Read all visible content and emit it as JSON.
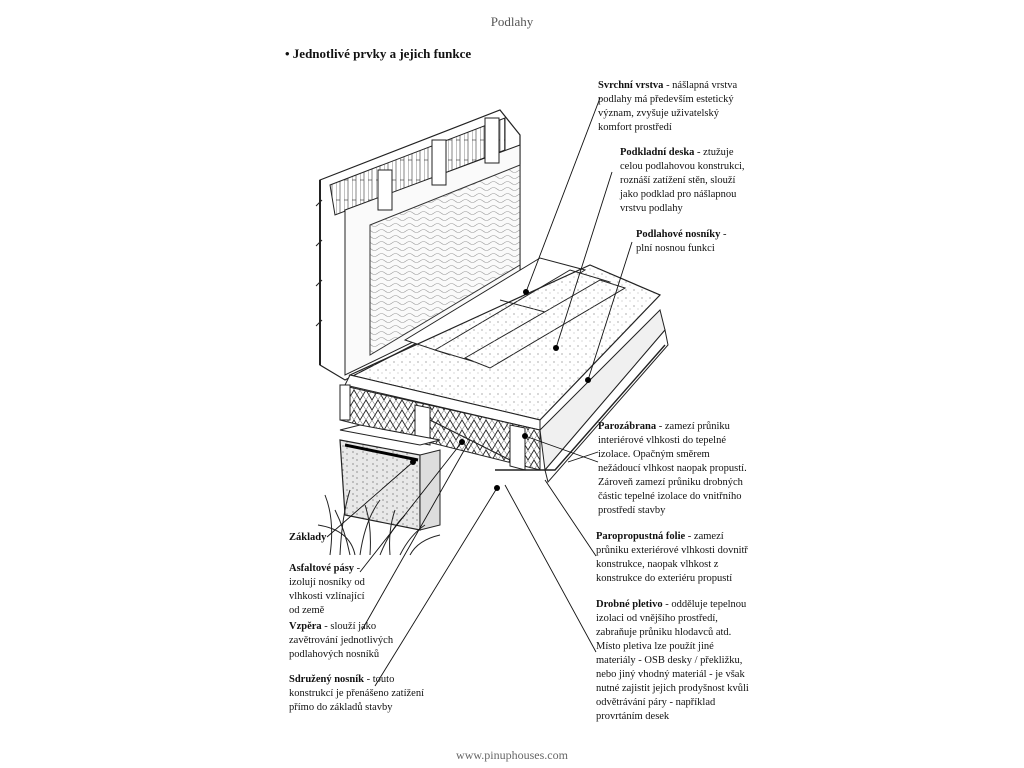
{
  "header": {
    "title": "Podlahy"
  },
  "section": {
    "title": "• Jednotlivé prvky a jejich funkce"
  },
  "notes": {
    "svrchni": {
      "term": "Svrchní vrstva",
      "lines": [
        " - nášlapná vrstva",
        "podlahy má především estetický",
        "význam, zvyšuje uživatelský",
        "komfort prostředí"
      ]
    },
    "podkladni": {
      "term": "Podkladní deska",
      "lines": [
        " - ztužuje",
        "celou podlahovou konstrukci,",
        "roznáší zatížení stěn, slouží",
        "jako podklad pro nášlapnou",
        "vrstvu podlahy"
      ]
    },
    "nosniky": {
      "term": "Podlahové nosníky",
      "lines": [
        " -",
        "plní nosnou funkci"
      ]
    },
    "parozabrana": {
      "term": "Parozábrana",
      "lines": [
        " - zamezí průniku",
        "interiérové vlhkosti do tepelné",
        "izolace. Opačným směrem",
        "nežádoucí vlhkost naopak propustí.",
        "Zároveň zamezí průniku drobných",
        "částic tepelné izolace do vnitřního",
        "prostředí stavby"
      ]
    },
    "paropropustna": {
      "term": "Paropropustná folie",
      "lines": [
        " - zamezí",
        "průniku exteriérové vlhkosti dovnitř",
        "konstrukce, naopak vlhkost z",
        "konstrukce do exteriéru propustí"
      ]
    },
    "pletivo": {
      "term": "Drobné pletivo",
      "lines": [
        " - odděluje tepelnou",
        "izolaci od vnějšího prostředí,",
        "zabraňuje průniku hlodavců atd.",
        "Místo pletiva lze použít jiné",
        "materiály - OSB desky / překližku,",
        "nebo jiný vhodný materiál - je však",
        "nutné zajistit jejich prodyšnost kvůli",
        "odvětrávání páry - například",
        "provrtáním desek"
      ]
    },
    "zaklady": {
      "term": "Základy",
      "lines": []
    },
    "asfaltove": {
      "term": "Asfaltové pásy",
      "lines": [
        " -",
        "izolují nosníky od",
        "vlhkosti vzlínající",
        "od země"
      ]
    },
    "vzpera": {
      "term": "Vzpěra",
      "lines": [
        " - slouží jako",
        "zavětrování jednotlivých",
        "podlahových nosníků"
      ]
    },
    "sdruzeny": {
      "term": "Sdružený nosník",
      "lines": [
        " - touto",
        "konstrukcí je přenášeno zatížení",
        "přímo do základů stavby"
      ]
    }
  },
  "footer": {
    "url": "www.pinuphouses.com"
  }
}
